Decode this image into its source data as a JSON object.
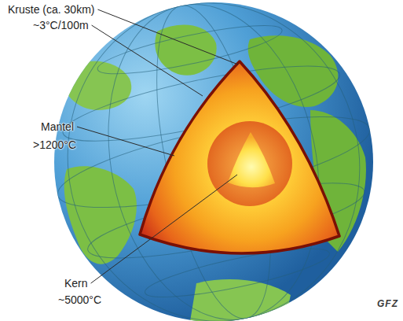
{
  "diagram": {
    "labels": [
      "Kruste (ca. 30km)",
      "~3°C/100m",
      "Mantel",
      ">1200°C",
      "Kern",
      "~5000°C",
      "GFZ"
    ]
  }
}
